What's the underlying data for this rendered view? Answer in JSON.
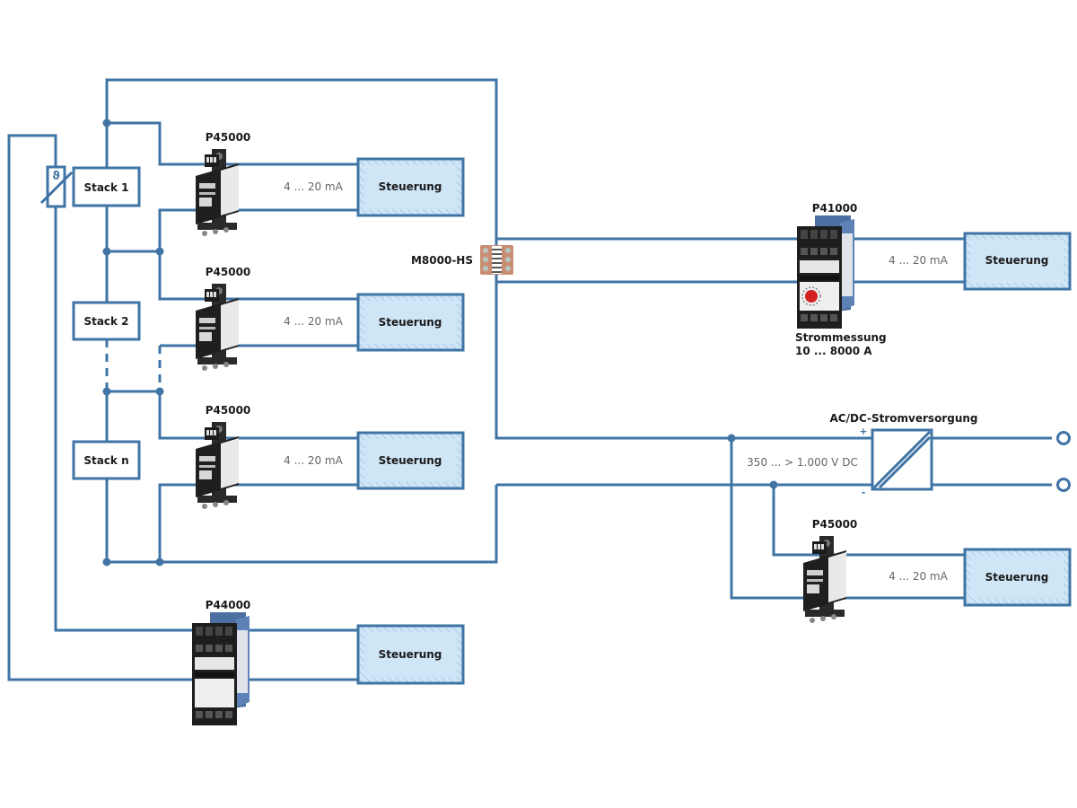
{
  "colors": {
    "wire": "#3f74a4",
    "controller_fill": "#cfe6f7",
    "module_black": "#1e1e1e",
    "module_blue": "#4a6fa0",
    "shunt_copper": "#c98d74"
  },
  "stacks": [
    {
      "label": "Stack 1"
    },
    {
      "label": "Stack 2"
    },
    {
      "label": "Stack n"
    }
  ],
  "temperature_sensor": {
    "symbol": "ϑ",
    "icon": "thermistor-icon"
  },
  "p45000_modules": [
    {
      "title": "P45000",
      "signal": "4 ... 20 mA",
      "controller": "Steuerung"
    },
    {
      "title": "P45000",
      "signal": "4 ... 20 mA",
      "controller": "Steuerung"
    },
    {
      "title": "P45000",
      "signal": "4 ... 20 mA",
      "controller": "Steuerung"
    }
  ],
  "shunt": {
    "title": "M8000-HS"
  },
  "p41000": {
    "title": "P41000",
    "signal": "4 ... 20 mA",
    "controller": "Steuerung",
    "caption_line1": "Strommessung",
    "caption_line2": "10 ... 8000 A"
  },
  "power_supply": {
    "title": "AC/DC-Stromversorgung",
    "voltage": "350 ... > 1.000 V DC",
    "plus": "+",
    "minus": "-"
  },
  "p45000_right": {
    "title": "P45000",
    "signal": "4 ... 20 mA",
    "controller": "Steuerung"
  },
  "p44000": {
    "title": "P44000",
    "controller": "Steuerung"
  }
}
